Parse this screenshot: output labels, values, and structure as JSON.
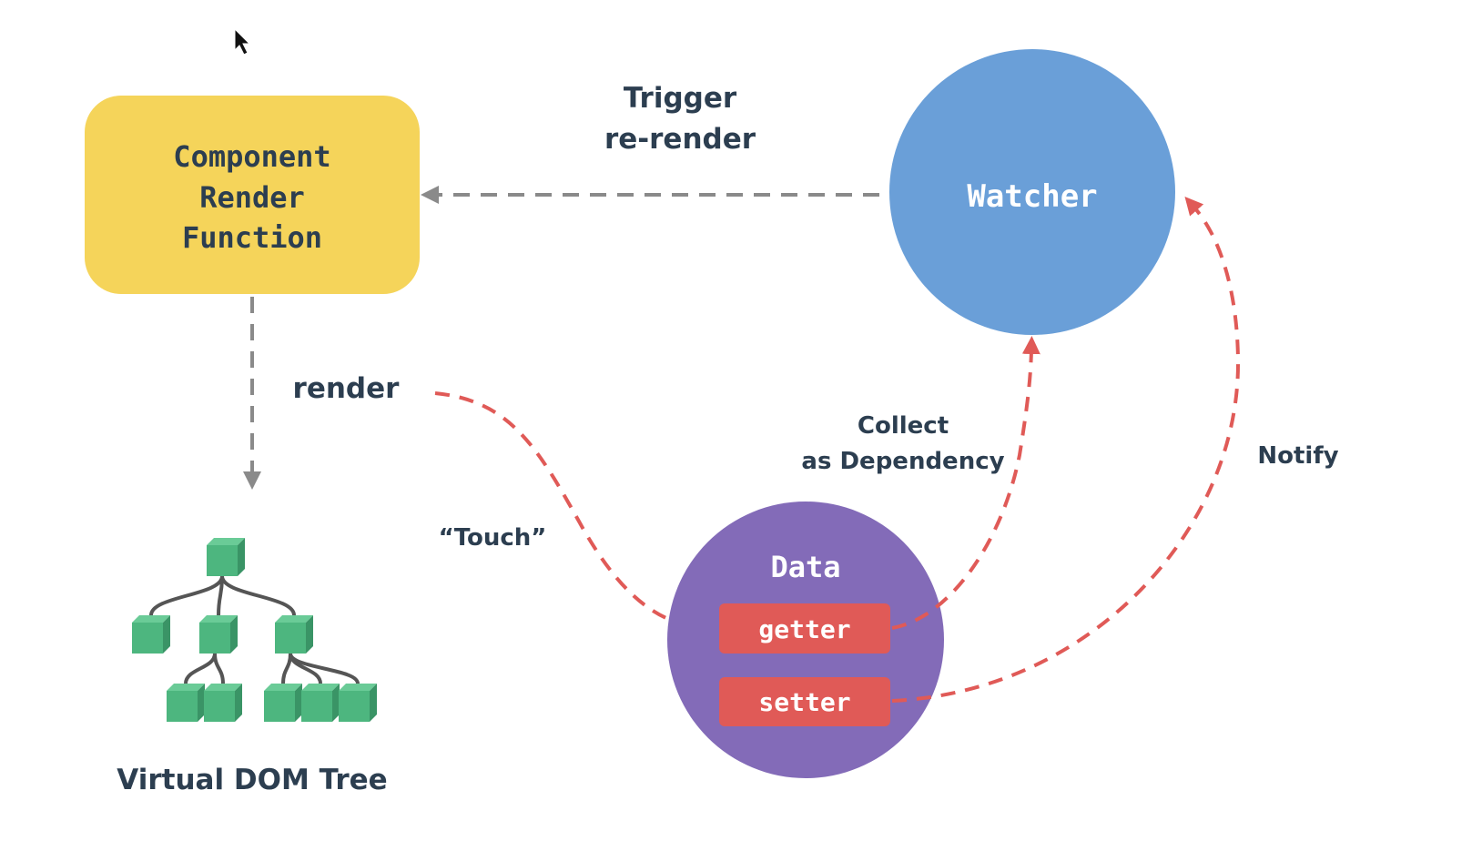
{
  "colors": {
    "component_box": "#F5D45A",
    "watcher": "#6A9FD8",
    "data": "#836BB8",
    "accessor": "#E05A57",
    "red_arrow": "#E05A57",
    "gray_arrow": "#8A8A8A",
    "text_dark": "#2C3E50",
    "cube": "#4DB67F",
    "cube_top": "#6ACB97",
    "cube_side": "#3A9466",
    "tree_edge": "#555555"
  },
  "component": {
    "lines": [
      "Component",
      "Render",
      "Function"
    ]
  },
  "watcher": {
    "label": "Watcher"
  },
  "data_node": {
    "label": "Data",
    "getter": "getter",
    "setter": "setter"
  },
  "labels": {
    "trigger": [
      "Trigger",
      "re-render"
    ],
    "render": "render",
    "touch": "“Touch”",
    "collect": [
      "Collect",
      "as Dependency"
    ],
    "notify": "Notify",
    "vdom": "Virtual DOM Tree"
  },
  "icons": {
    "cursor": "mouse-pointer-icon"
  }
}
